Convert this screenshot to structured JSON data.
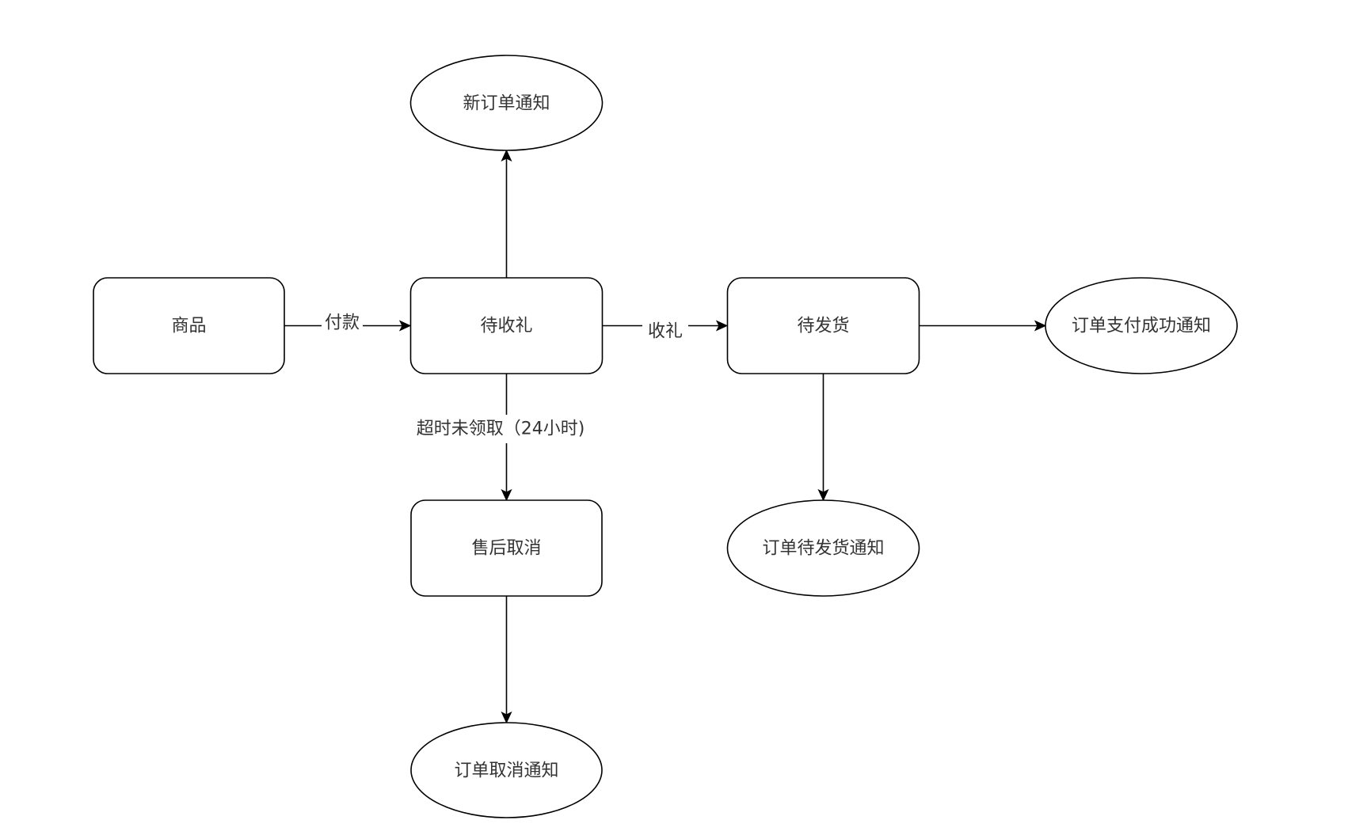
{
  "diagram": {
    "title": "",
    "nodes": [
      {
        "id": "goods",
        "label": "商品",
        "shape": "rounded-rect"
      },
      {
        "id": "pending_receive",
        "label": "待收礼",
        "shape": "rounded-rect"
      },
      {
        "id": "pending_ship",
        "label": "待发货",
        "shape": "rounded-rect"
      },
      {
        "id": "after_sale_cancel",
        "label": "售后取消",
        "shape": "rounded-rect"
      },
      {
        "id": "new_order_notice",
        "label": "新订单通知",
        "shape": "ellipse"
      },
      {
        "id": "pay_success_notice",
        "label": "订单支付成功通知",
        "shape": "ellipse"
      },
      {
        "id": "pending_ship_notice",
        "label": "订单待发货通知",
        "shape": "ellipse"
      },
      {
        "id": "cancel_notice",
        "label": "订单取消通知",
        "shape": "ellipse"
      }
    ],
    "edges": [
      {
        "from": "goods",
        "to": "pending_receive",
        "label": "付款"
      },
      {
        "from": "pending_receive",
        "to": "new_order_notice",
        "label": ""
      },
      {
        "from": "pending_receive",
        "to": "pending_ship",
        "label": "收礼"
      },
      {
        "from": "pending_ship",
        "to": "pay_success_notice",
        "label": ""
      },
      {
        "from": "pending_receive",
        "to": "after_sale_cancel",
        "label": "超时未领取（24小时)"
      },
      {
        "from": "pending_ship",
        "to": "pending_ship_notice",
        "label": ""
      },
      {
        "from": "after_sale_cancel",
        "to": "cancel_notice",
        "label": ""
      }
    ]
  }
}
